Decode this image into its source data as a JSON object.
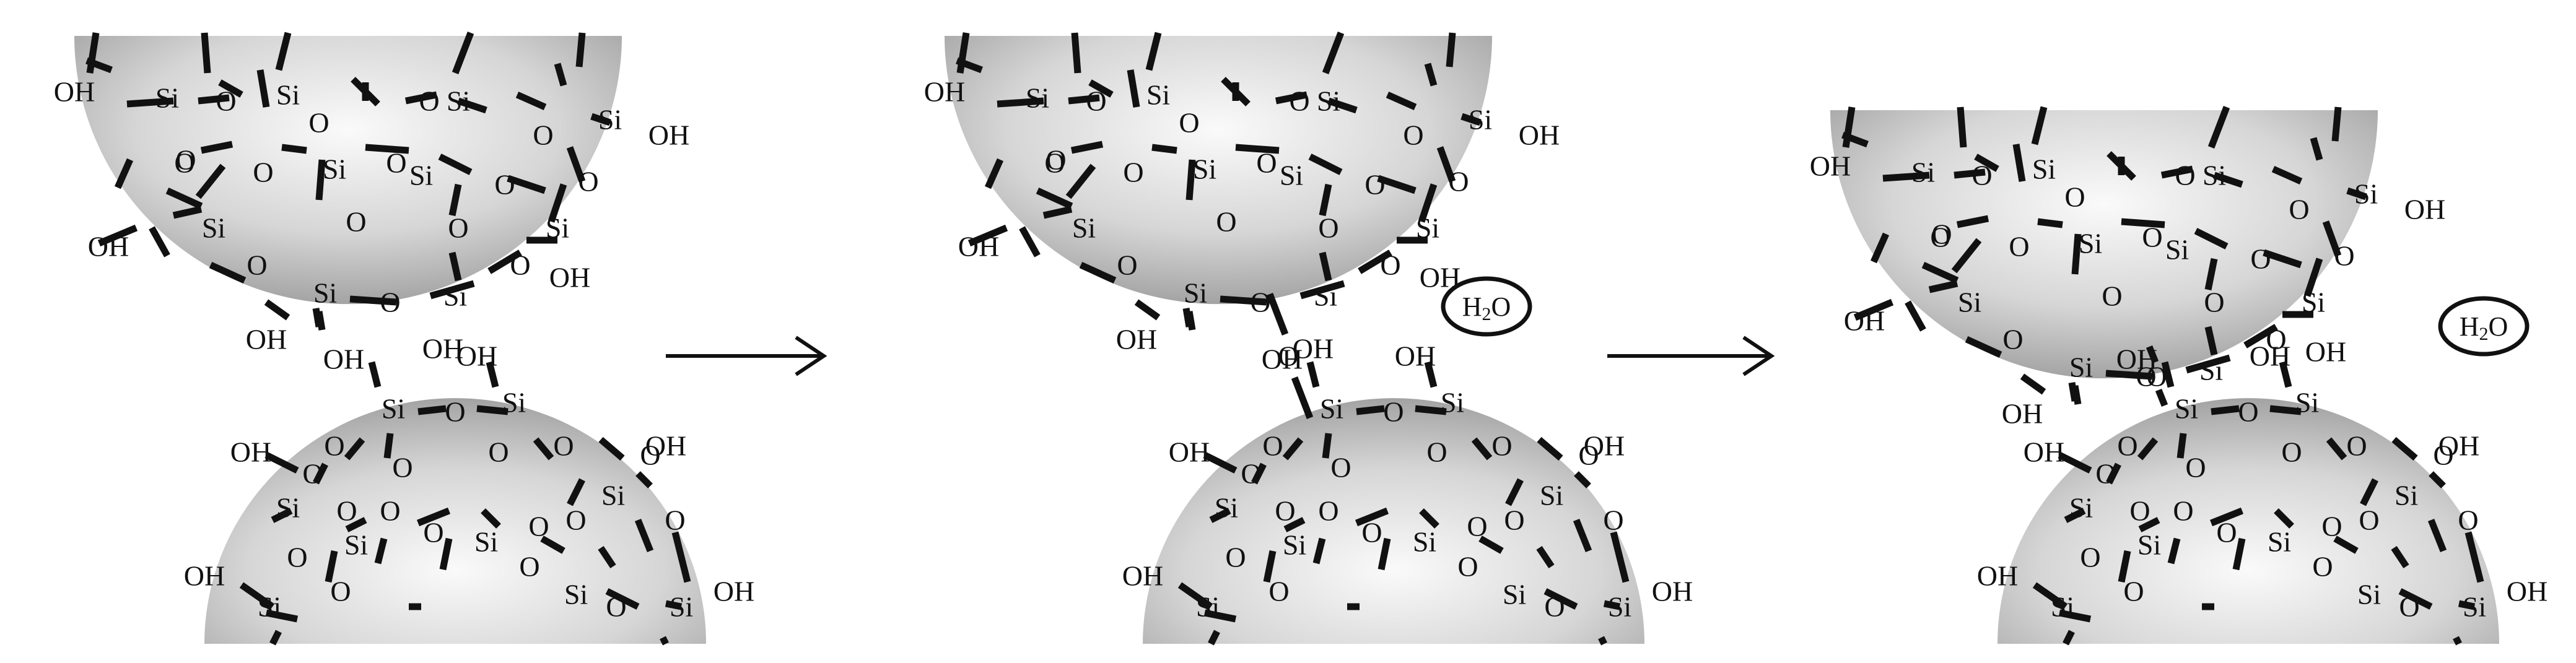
{
  "labels": {
    "si": "Si",
    "o": "O",
    "oh": "OH",
    "water_h": "H",
    "water_sub": "2",
    "water_o": "O"
  },
  "colors": {
    "sphere_center": "#fafafa",
    "sphere_edge": "#9a9a9a",
    "ink": "#111111"
  }
}
